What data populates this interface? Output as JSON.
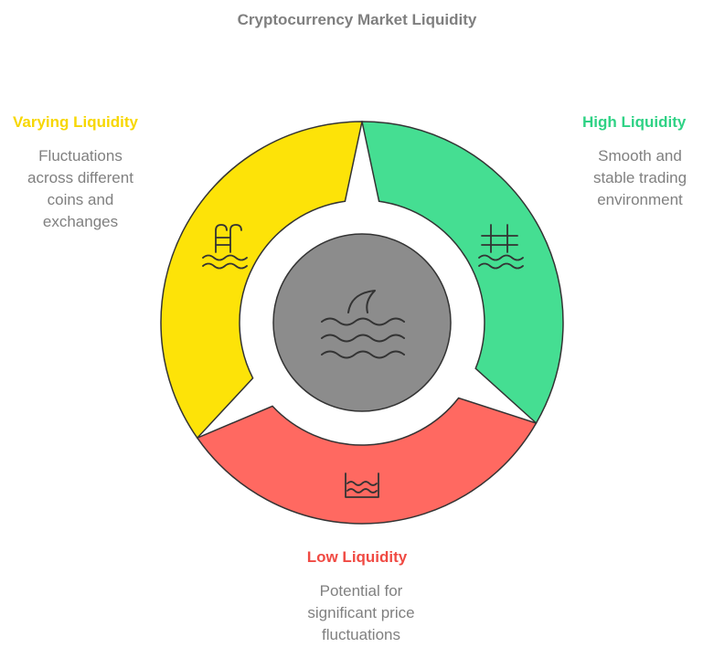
{
  "title": "Cryptocurrency Market Liquidity",
  "colors": {
    "title": "#7f7f7f",
    "description": "#808080",
    "center": "#8c8c8c",
    "outline": "#333333"
  },
  "segments": {
    "varying": {
      "label": "Varying Liquidity",
      "color": "#fde308",
      "label_color": "#f7d700",
      "description": [
        "Fluctuations",
        "across different",
        "coins and",
        "exchanges"
      ],
      "icon": "pool-ladder-icon"
    },
    "high": {
      "label": "High Liquidity",
      "color": "#45de92",
      "label_color": "#2fd285",
      "description": [
        "Smooth and",
        "stable trading",
        "environment"
      ],
      "icon": "pier-water-icon"
    },
    "low": {
      "label": "Low Liquidity",
      "color": "#ff6961",
      "label_color": "#f04a43",
      "description": [
        "Potential for",
        "significant price",
        "fluctuations"
      ],
      "icon": "shallow-pool-icon"
    }
  },
  "center": {
    "icon": "shark-fin-waves-icon"
  }
}
